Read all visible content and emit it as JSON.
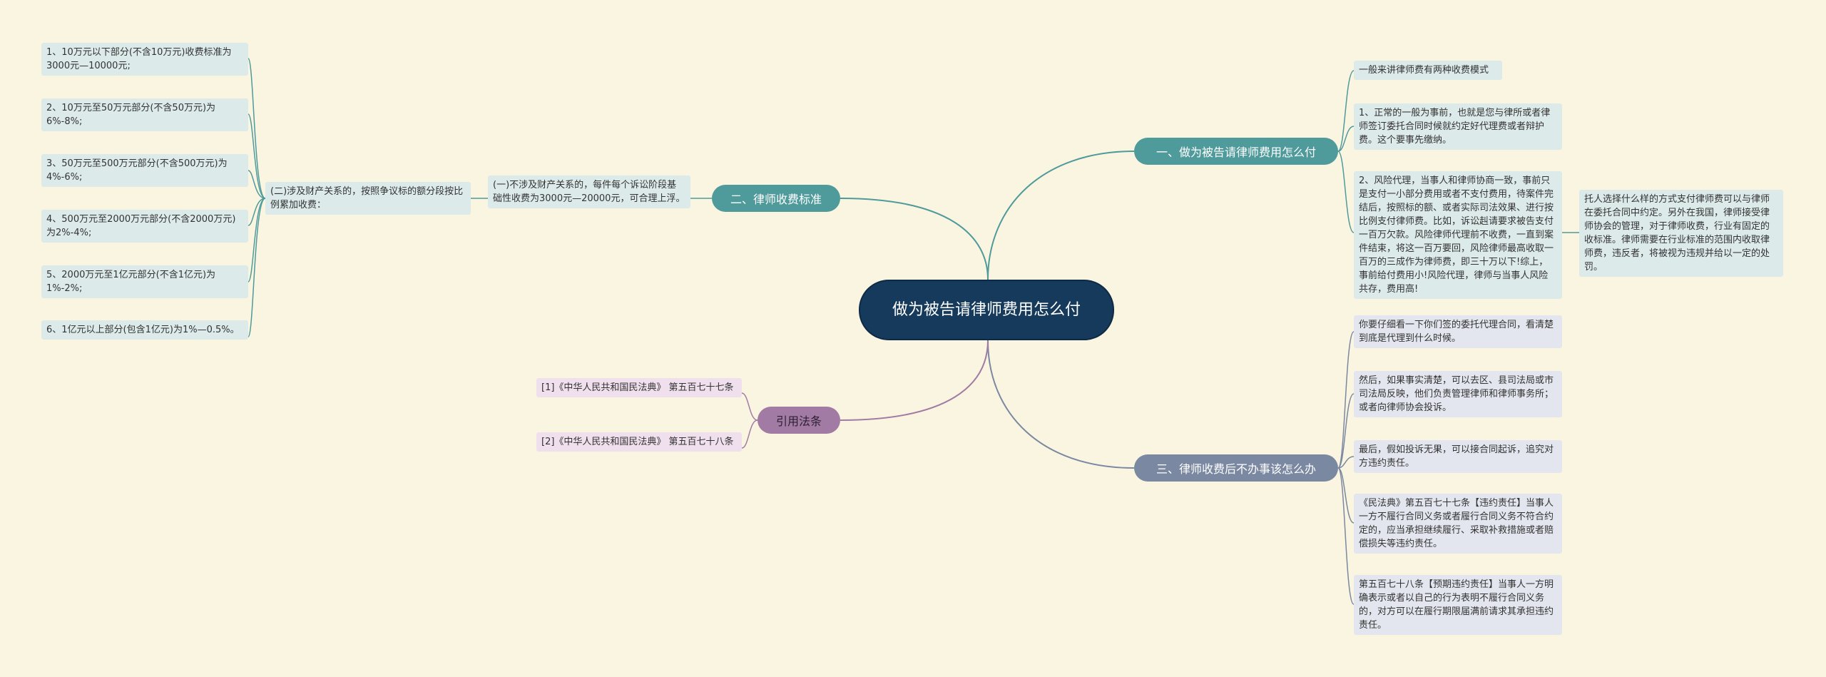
{
  "central": "做为被告请律师费用怎么付",
  "branches": {
    "b1": {
      "label": "一、做为被告请律师费用怎么付",
      "items": [
        "一般来讲律师费有两种收费模式",
        "1、正常的一般为事前，也就是您与律所或者律师签订委托合同时候就约定好代理费或者辩护费。这个要事先缴纳。",
        "2、风险代理，当事人和律师协商一致，事前只是支付一小部分费用或者不支付费用，待案件完结后，按照标的额、或者实际司法效果、进行按比例支付律师费。比如，诉讼赳请要求被告支付一百万欠款。风险律师代理前不收费，一直到案件结束，将这一百万要回，风险律师最高收取一百万的三成作为律师费，即三十万以下!综上，事前给付费用小!风险代理，律师与当事人风险共存，费用高!"
      ],
      "sub": "托人选择什么样的方式支付律师费可以与律师在委托合同中约定。另外在我国，律师接受律师协会的管理，对于律师收费，行业有固定的收标准。律师需要在行业标准的范围内收取律师费，违反者，将被视为违规并给以一定的处罚。"
    },
    "b2": {
      "label": "二、律师收费标准",
      "item1": "(一)不涉及财产关系的，每件每个诉讼阶段基础性收费为3000元—20000元，可合理上浮。",
      "item2": "(二)涉及财产关系的，按照争议标的额分段按比例累加收费：",
      "tiers": [
        "1、10万元以下部分(不含10万元)收费标准为3000元—10000元;",
        "2、10万元至50万元部分(不含50万元)为6%-8%;",
        "3、50万元至500万元部分(不含500万元)为4%-6%;",
        "4、500万元至2000万元部分(不含2000万元)为2%-4%;",
        "5、2000万元至1亿元部分(不含1亿元)为1%-2%;",
        "6、1亿元以上部分(包含1亿元)为1%—0.5%。"
      ]
    },
    "b3": {
      "label": "三、律师收费后不办事该怎么办",
      "items": [
        "你要仔细看一下你们签的委托代理合同，看清楚到底是代理到什么时候。",
        "然后，如果事实清楚，可以去区、县司法局或市司法局反映，他们负责管理律师和律师事务所；或者向律师协会投诉。",
        "最后，假如投诉无果，可以接合同起诉，追究对方违约责任。",
        "《民法典》第五百七十七条【违约责任】当事人一方不履行合同义务或者履行合同义务不符合约定的，应当承担继续履行、采取补救措施或者赔偿损失等违约责任。",
        "第五百七十八条【预期违约责任】当事人一方明确表示或者以自己的行为表明不履行合同义务的，对方可以在履行期限届满前请求其承担违约责任。"
      ]
    },
    "b4": {
      "label": "引用法条",
      "items": [
        "[1]《中华人民共和国民法典》 第五百七十七条",
        "[2]《中华人民共和国民法典》 第五百七十八条"
      ]
    }
  },
  "colors": {
    "background": "#faf5e1",
    "central": "#153a5b",
    "teal": "#4f9a9b",
    "slate": "#7b88a2",
    "purple": "#a17ba3",
    "leaf_blue": "#ddeaea",
    "leaf_grey": "#e3e6ee",
    "leaf_pink": "#f0e0ee"
  }
}
